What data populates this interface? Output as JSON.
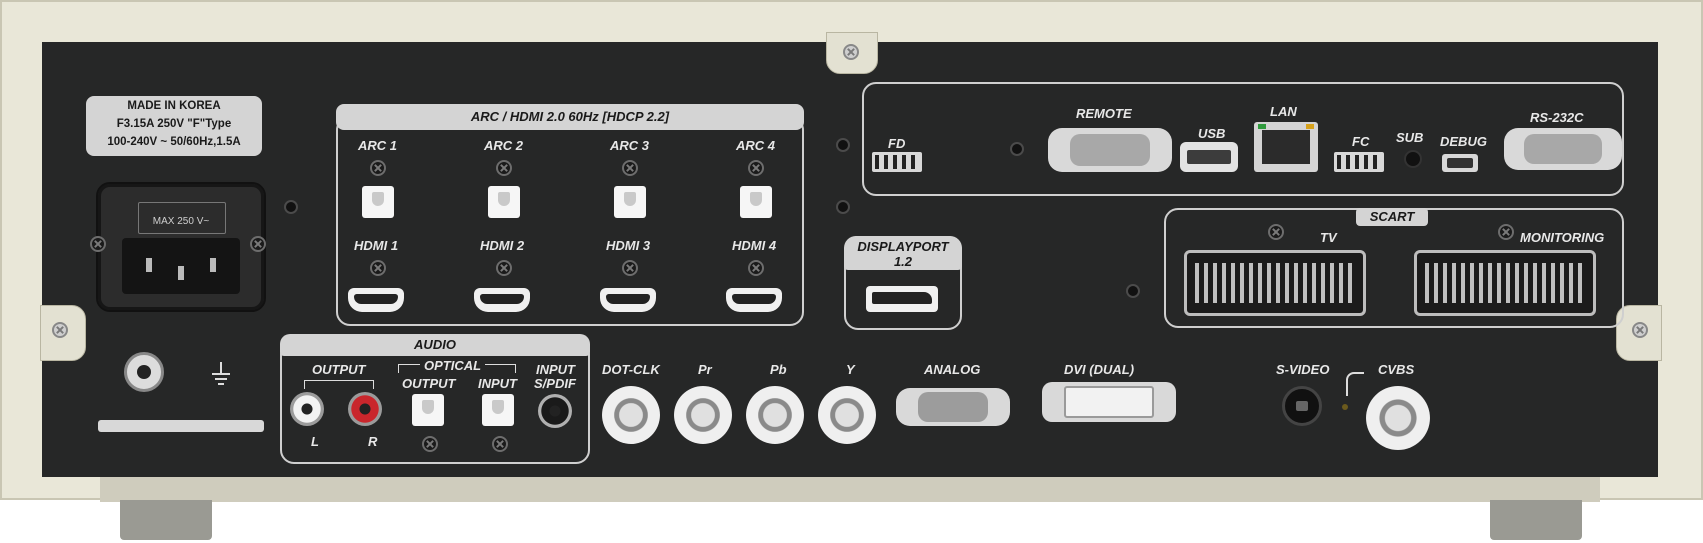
{
  "labels": {
    "made_in": "MADE IN KOREA",
    "fuse": "F3.15A 250V \"F\"Type",
    "power": "100-240V ~ 50/60Hz,1.5A",
    "fuse_max": "MAX 250 V~",
    "hdmi_group": "ARC / HDMI 2.0 60Hz [HDCP 2.2]",
    "arc": [
      "ARC 1",
      "ARC 2",
      "ARC 3",
      "ARC 4"
    ],
    "hdmi": [
      "HDMI 1",
      "HDMI 2",
      "HDMI 3",
      "HDMI 4"
    ],
    "displayport": "DISPLAYPORT",
    "displayport_ver": "1.2",
    "fd": "FD",
    "remote": "REMOTE",
    "usb": "USB",
    "lan": "LAN",
    "fc": "FC",
    "sub": "SUB",
    "debug": "DEBUG",
    "rs232c": "RS-232C",
    "scart": "SCART",
    "tv": "TV",
    "monitoring": "MONITORING",
    "audio": "AUDIO",
    "output": "OUTPUT",
    "optical": "OPTICAL",
    "optical_output": "OUTPUT",
    "optical_input": "INPUT",
    "input": "INPUT",
    "spdif": "S/PDIF",
    "l": "L",
    "r": "R",
    "dot_clk": "DOT-CLK",
    "pr": "Pr",
    "pb": "Pb",
    "y": "Y",
    "analog": "ANALOG",
    "dvi": "DVI (DUAL)",
    "svideo": "S-VIDEO",
    "cvbs": "CVBS"
  }
}
